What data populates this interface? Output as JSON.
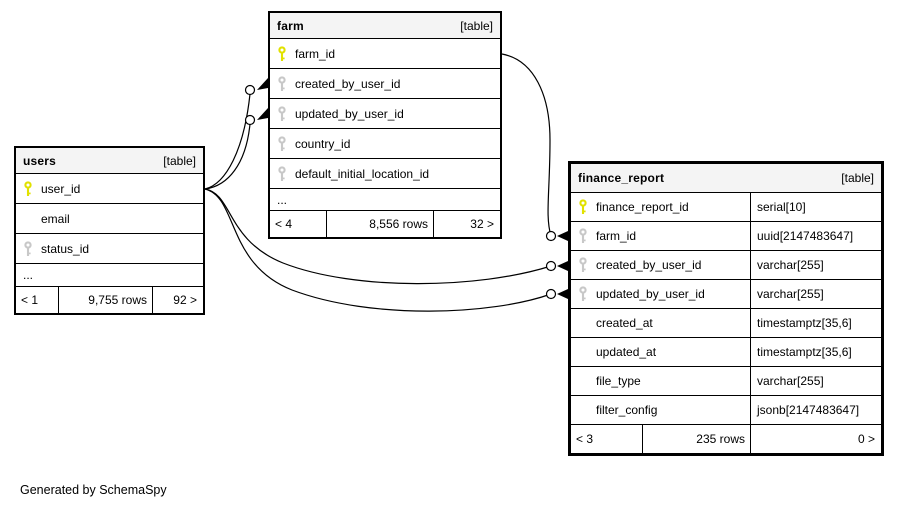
{
  "diagram": {
    "generated_note": "Generated by SchemaSpy",
    "colors": {
      "primary_key": "#e1e100",
      "foreign_key": "#c8c8c8",
      "header_bg": "#f4f4f4",
      "border": "#000000",
      "edge": "#000000"
    },
    "tables": [
      {
        "id": "users",
        "name": "users",
        "badge": "[table]",
        "columns": [
          {
            "name": "user_id",
            "key": "primary"
          },
          {
            "name": "email",
            "key": "none"
          },
          {
            "name": "status_id",
            "key": "fk"
          },
          {
            "name": "...",
            "ellipsis": true
          }
        ],
        "footer": {
          "left": "< 1",
          "center": "9,755 rows",
          "right": "92 >"
        }
      },
      {
        "id": "farm",
        "name": "farm",
        "badge": "[table]",
        "columns": [
          {
            "name": "farm_id",
            "key": "primary"
          },
          {
            "name": "created_by_user_id",
            "key": "fk"
          },
          {
            "name": "updated_by_user_id",
            "key": "fk"
          },
          {
            "name": "country_id",
            "key": "fk"
          },
          {
            "name": "default_initial_location_id",
            "key": "fk"
          },
          {
            "name": "...",
            "ellipsis": true
          }
        ],
        "footer": {
          "left": "< 4",
          "center": "8,556 rows",
          "right": "32 >"
        }
      },
      {
        "id": "finance_report",
        "name": "finance_report",
        "badge": "[table]",
        "columns": [
          {
            "name": "finance_report_id",
            "type": "serial[10]",
            "key": "primary"
          },
          {
            "name": "farm_id",
            "type": "uuid[2147483647]",
            "key": "fk"
          },
          {
            "name": "created_by_user_id",
            "type": "varchar[255]",
            "key": "fk"
          },
          {
            "name": "updated_by_user_id",
            "type": "varchar[255]",
            "key": "fk"
          },
          {
            "name": "created_at",
            "type": "timestamptz[35,6]",
            "key": "none"
          },
          {
            "name": "updated_at",
            "type": "timestamptz[35,6]",
            "key": "none"
          },
          {
            "name": "file_type",
            "type": "varchar[255]",
            "key": "none"
          },
          {
            "name": "filter_config",
            "type": "jsonb[2147483647]",
            "key": "none"
          }
        ],
        "footer": {
          "left": "< 3",
          "center": "235 rows",
          "right": "0 >"
        }
      }
    ],
    "relationships": [
      {
        "from": "users.user_id",
        "to": "farm.created_by_user_id"
      },
      {
        "from": "users.user_id",
        "to": "farm.updated_by_user_id"
      },
      {
        "from": "users.user_id",
        "to": "finance_report.created_by_user_id"
      },
      {
        "from": "users.user_id",
        "to": "finance_report.updated_by_user_id"
      },
      {
        "from": "farm.farm_id",
        "to": "finance_report.farm_id"
      }
    ]
  }
}
